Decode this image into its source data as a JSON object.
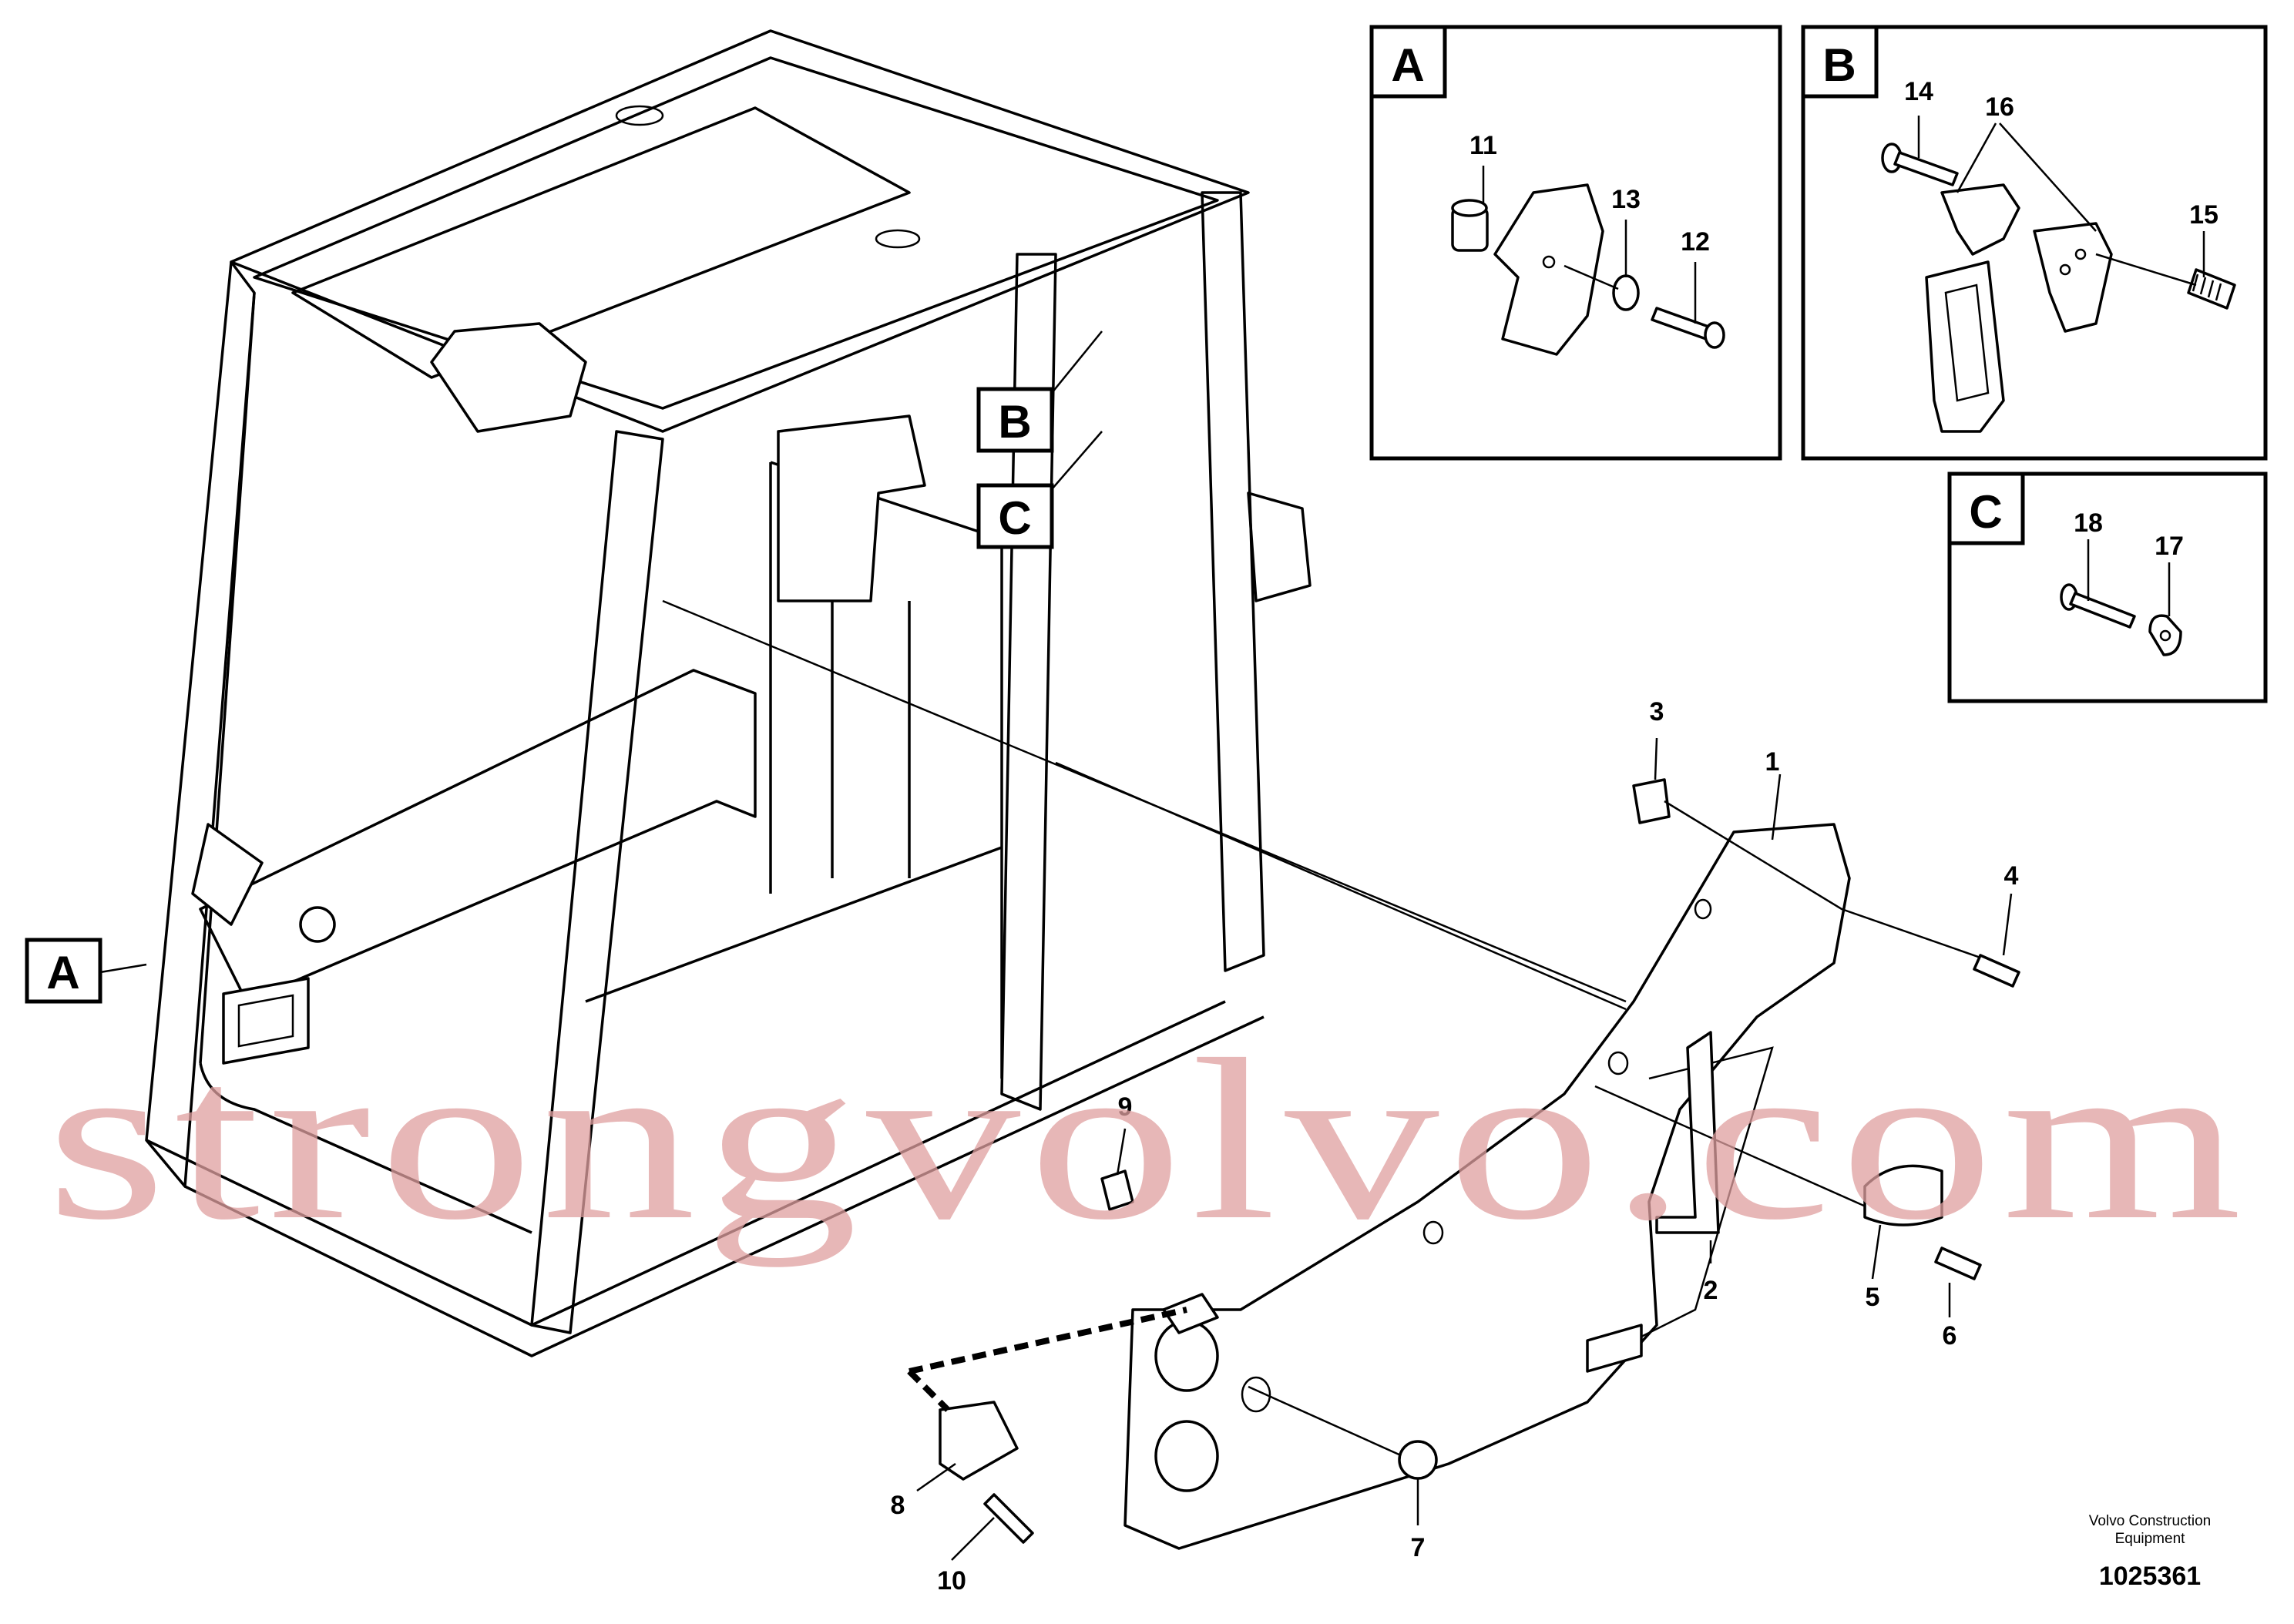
{
  "diagram": {
    "callouts": [
      "1",
      "2",
      "3",
      "4",
      "5",
      "6",
      "7",
      "8",
      "9",
      "10"
    ],
    "detail_a": {
      "label": "A",
      "callouts": [
        "11",
        "13",
        "12"
      ]
    },
    "detail_b": {
      "label": "B",
      "callouts": [
        "14",
        "16",
        "15"
      ]
    },
    "detail_c": {
      "label": "C",
      "callouts": [
        "18",
        "17"
      ]
    },
    "view_labels": {
      "a": "A",
      "b": "B",
      "c": "C"
    },
    "watermark": "strongvolvo.com",
    "footer": {
      "line1": "Volvo Construction",
      "line2": "Equipment",
      "drawing_number": "1025361"
    }
  }
}
